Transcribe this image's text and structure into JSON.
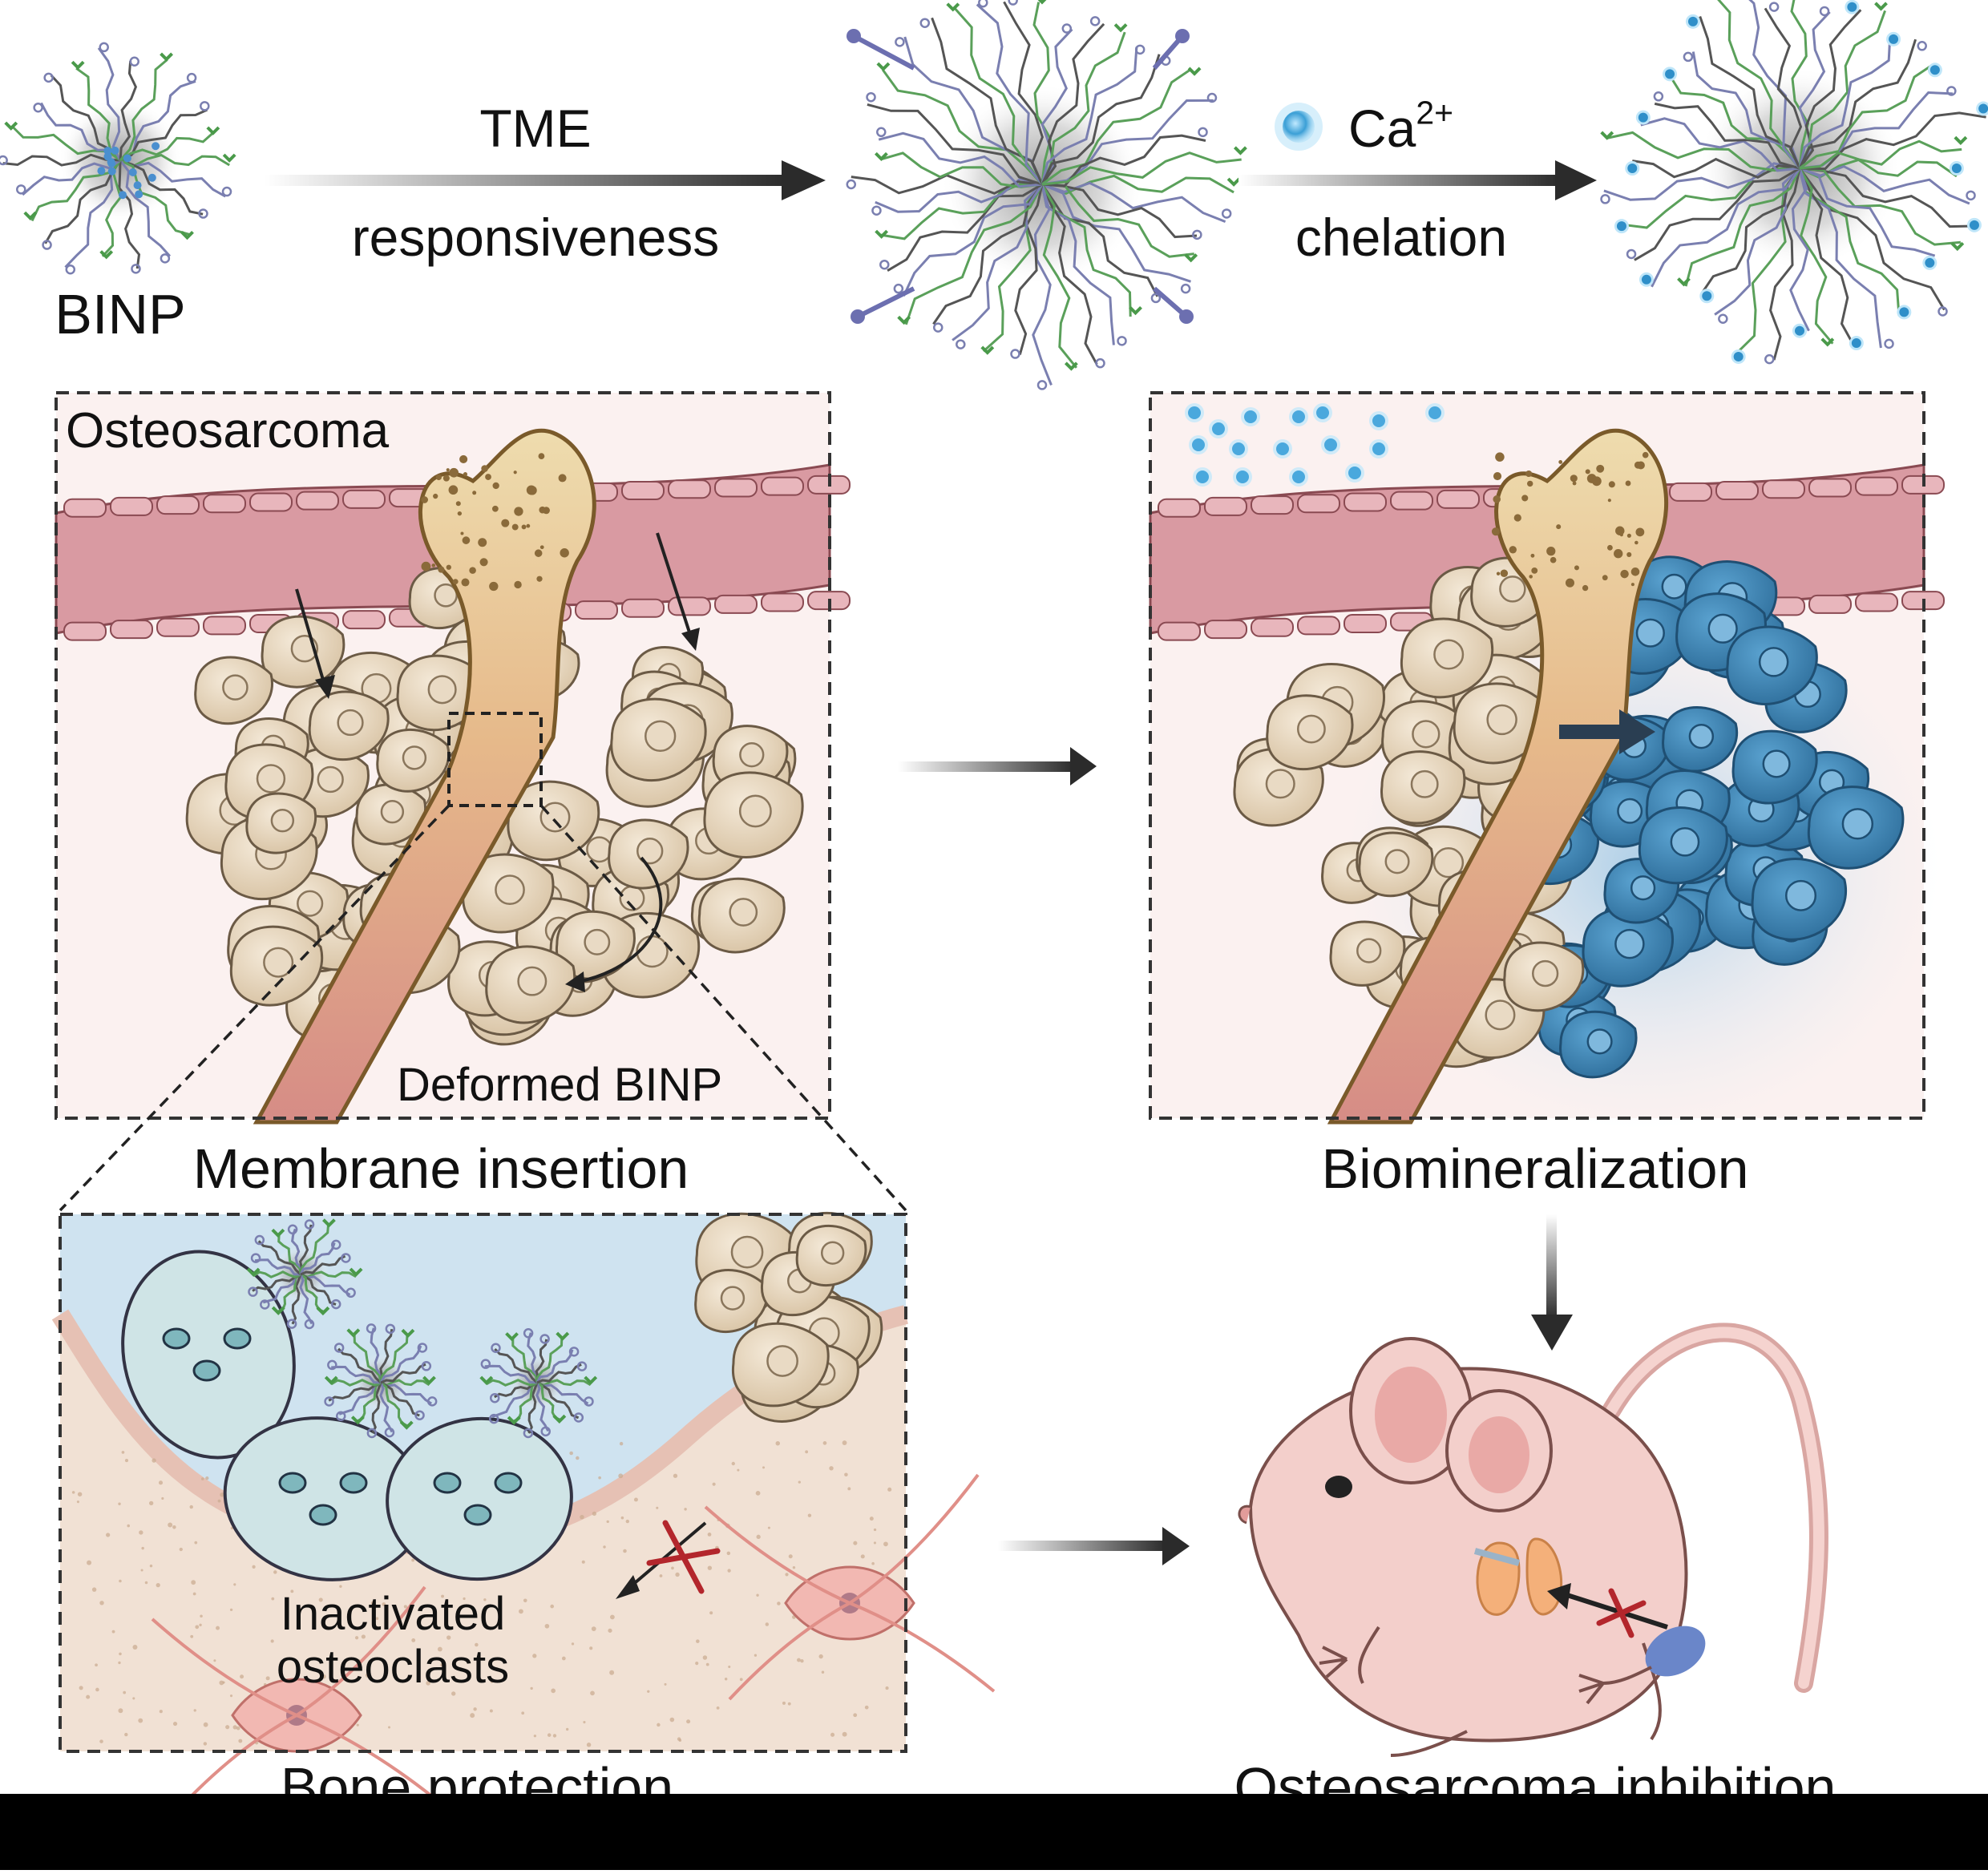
{
  "top_row": {
    "binp_label": "BINP",
    "step1_top": "TME",
    "step1_bottom": "responsiveness",
    "step2_ion": "Ca",
    "step2_ion_charge": "2+",
    "step2_bottom": "chelation"
  },
  "panels": {
    "osteosarcoma_label": "Osteosarcoma",
    "deformed_label": "Deformed BINP",
    "membrane_caption": "Membrane insertion",
    "biomineral_caption": "Biomineralization",
    "inactivated_line1": "Inactivated",
    "inactivated_line2": "osteoclasts",
    "bone_caption": "Bone protection",
    "inhibition_caption": "Osteosarcoma inhibition"
  },
  "colors": {
    "cell": "#e6d6bf",
    "cell_stroke": "#6b5a45",
    "blue_cell": "#3f86b8",
    "vessel": "#d99aa2",
    "bone": "#e9cf93",
    "arrow": "#333333",
    "ion": "#6fc1ea"
  }
}
